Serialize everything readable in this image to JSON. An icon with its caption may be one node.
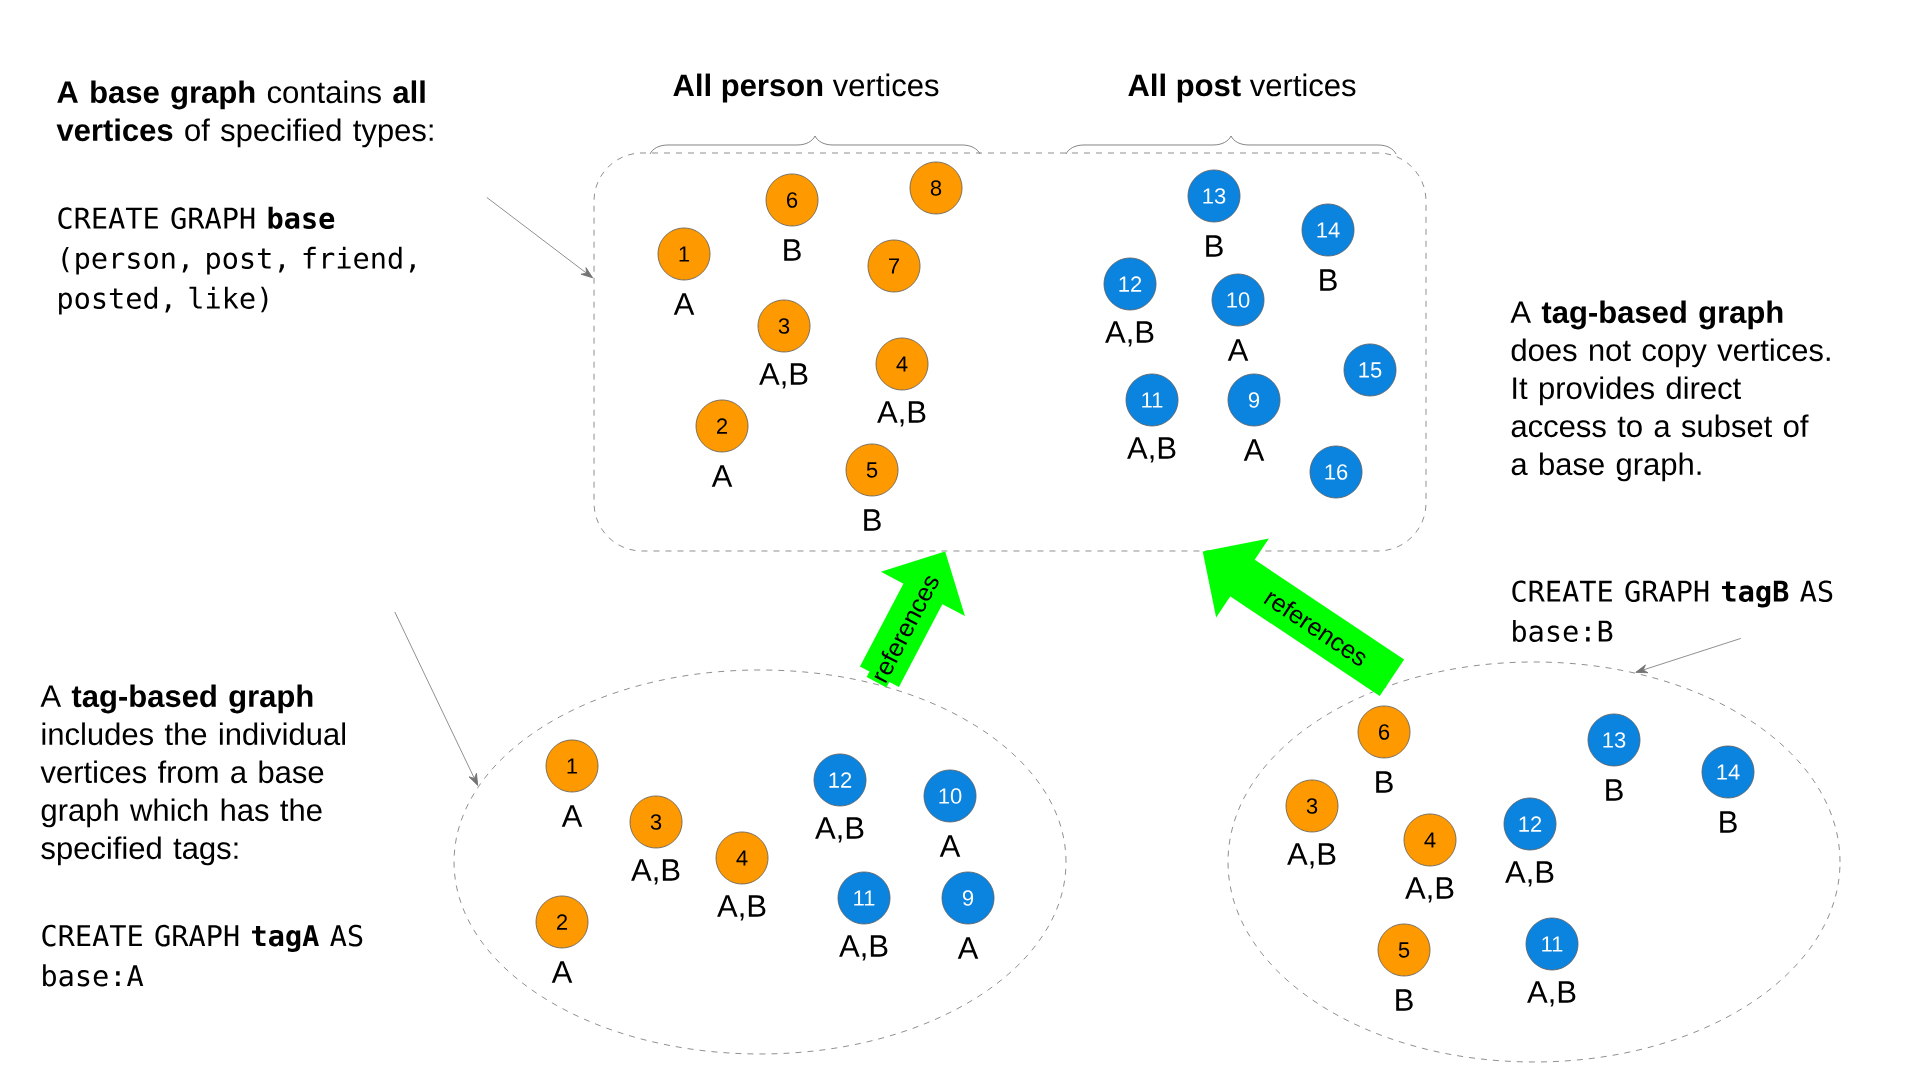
{
  "diagram": {
    "nodes": [
      {
        "text": [
          "**A base graph** contains **all vertices** of specified types:",
          "CREATE GRAPH **base** (person, post, friend, posted, like)"
        ]
      },
      {
        "text": [],
        "shape": "box"
      },
      {
        "text": [
          "1"
        ],
        "beside": [
          "A"
        ],
        "in": 1
      },
      {
        "text": [
          "2"
        ],
        "beside": [
          "A"
        ],
        "in": 1
      },
      {
        "text": [
          "3"
        ],
        "beside": [
          "A,B"
        ],
        "in": 1
      },
      {
        "text": [
          "4"
        ],
        "beside": [
          "A,B"
        ],
        "in": 1
      },
      {
        "text": [
          "5"
        ],
        "beside": [
          "B"
        ],
        "in": 1
      },
      {
        "text": [
          "6"
        ],
        "beside": [
          "B"
        ],
        "in": 1
      },
      {
        "text": [
          "7"
        ],
        "in": 1
      },
      {
        "text": [
          "8"
        ],
        "in": 1
      },
      {
        "text": [
          "9"
        ],
        "beside": [
          "A"
        ],
        "in": 1
      },
      {
        "text": [
          "10"
        ],
        "beside": [
          "A"
        ],
        "in": 1
      },
      {
        "text": [
          "11"
        ],
        "beside": [
          "A,B"
        ],
        "in": 1
      },
      {
        "text": [
          "12"
        ],
        "beside": [
          "A,B"
        ],
        "in": 1
      },
      {
        "text": [
          "13"
        ],
        "beside": [
          "B"
        ],
        "in": 1
      },
      {
        "text": [
          "14"
        ],
        "beside": [
          "B"
        ],
        "in": 1
      },
      {
        "text": [
          "15"
        ],
        "in": 1
      },
      {
        "text": [
          "16"
        ],
        "in": 1
      },
      {
        "text": [
          "A **tag-based graph** includes the individual vertices from a base graph which has the specified tags:",
          "CREATE GRAPH **tagA** AS base:A"
        ]
      },
      {
        "text": [],
        "shape": "ellipse"
      },
      {
        "text": [
          "1"
        ],
        "beside": [
          "A"
        ],
        "in": 19
      },
      {
        "text": [
          "2"
        ],
        "beside": [
          "A"
        ],
        "in": 19
      },
      {
        "text": [
          "3"
        ],
        "beside": [
          "A,B"
        ],
        "in": 19
      },
      {
        "text": [
          "4"
        ],
        "beside": [
          "A,B"
        ],
        "in": 19
      },
      {
        "text": [
          "9"
        ],
        "beside": [
          "A"
        ],
        "in": 19
      },
      {
        "text": [
          "10"
        ],
        "beside": [
          "A"
        ],
        "in": 19
      },
      {
        "text": [
          "11"
        ],
        "beside": [
          "A,B"
        ],
        "in": 19
      },
      {
        "text": [
          "12"
        ],
        "beside": [
          "A,B"
        ],
        "in": 19
      },
      {
        "text": [
          "CREATE GRAPH **tagB** AS base:B"
        ]
      },
      {
        "text": [],
        "shape": "ellipse"
      },
      {
        "text": [
          "3"
        ],
        "beside": [
          "A,B"
        ],
        "in": 29
      },
      {
        "text": [
          "4"
        ],
        "beside": [
          "A,B"
        ],
        "in": 29
      },
      {
        "text": [
          "5"
        ],
        "beside": [
          "B"
        ],
        "in": 29
      },
      {
        "text": [
          "6"
        ],
        "beside": [
          "B"
        ],
        "in": 29
      },
      {
        "text": [
          "11"
        ],
        "beside": [
          "A,B"
        ],
        "in": 29
      },
      {
        "text": [
          "12"
        ],
        "beside": [
          "A,B"
        ],
        "in": 29
      },
      {
        "text": [
          "13"
        ],
        "beside": [
          "B"
        ],
        "in": 29
      },
      {
        "text": [
          "14"
        ],
        "beside": [
          "B"
        ],
        "in": 29
      }
    ],
    "edges": [
      {
        "from": 0,
        "to": 1,
        "arrow": "to"
      },
      {
        "from": 18,
        "to": 19,
        "arrow": "to"
      },
      {
        "from": 28,
        "to": 29,
        "arrow": "to"
      },
      {
        "from": 19,
        "to": 1,
        "arrow": "to",
        "label": "references",
        "style": "thick",
        "color": "#00ff00"
      },
      {
        "from": 29,
        "to": 1,
        "arrow": "to",
        "label": "references",
        "style": "thick",
        "color": "#00ff00"
      }
    ],
    "labels": [
      "**All person** vertices",
      "**All post** vertices",
      "A **tag-based graph** does not copy vertices. It provides direct access to a subset of a base graph."
    ]
  }
}
